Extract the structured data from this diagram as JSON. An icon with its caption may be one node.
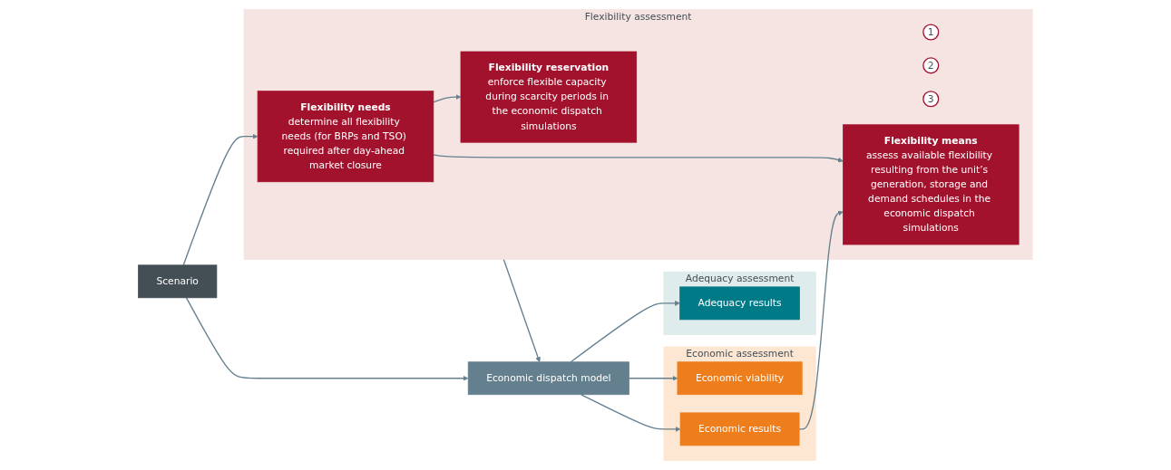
{
  "diagram": {
    "nodes": [
      {
        "text": [
          "Scenario"
        ]
      },
      {
        "text": [
          "Flexibility assessment"
        ]
      },
      {
        "text": [
          "Flexibility needs",
          "determine all flexibility needs (for BRPs and TSO) required after day-ahead market closure"
        ],
        "in": 1
      },
      {
        "text": [
          "1"
        ],
        "in": 1
      },
      {
        "text": [
          "2"
        ],
        "in": 1
      },
      {
        "text": [
          "Flexibility reservation",
          "enforce flexible capacity during scarcity periods in the economic dispatch simulations"
        ],
        "in": 1
      },
      {
        "text": [
          "3"
        ],
        "in": 1
      },
      {
        "text": [
          "Flexibility means",
          "assess available flexibility resulting from the unit’s generation, storage and demand schedules in the economic dispatch simulations"
        ],
        "in": 1
      },
      {
        "text": [
          "Economic dispatch model"
        ]
      },
      {
        "text": [
          "Adequacy assessment"
        ]
      },
      {
        "text": [
          "Adequacy results"
        ],
        "in": 9
      },
      {
        "text": [
          "Economic assessment"
        ]
      },
      {
        "text": [
          "Economic viability"
        ],
        "in": 11
      },
      {
        "text": [
          "Economic results"
        ],
        "in": 11
      }
    ],
    "edges": [
      {
        "from": 0,
        "to": 2,
        "arrow": "to"
      },
      {
        "from": 0,
        "to": 8,
        "arrow": "to"
      },
      {
        "from": 2,
        "to": 5,
        "arrow": "to"
      },
      {
        "from": 2,
        "to": 7,
        "arrow": "to"
      },
      {
        "from": 1,
        "to": 8,
        "arrow": "to"
      },
      {
        "from": 8,
        "to": 10,
        "arrow": "to"
      },
      {
        "from": 8,
        "to": 12,
        "arrow": "to"
      },
      {
        "from": 8,
        "to": 13,
        "arrow": "to"
      },
      {
        "from": 13,
        "to": 7,
        "arrow": "to"
      }
    ]
  }
}
